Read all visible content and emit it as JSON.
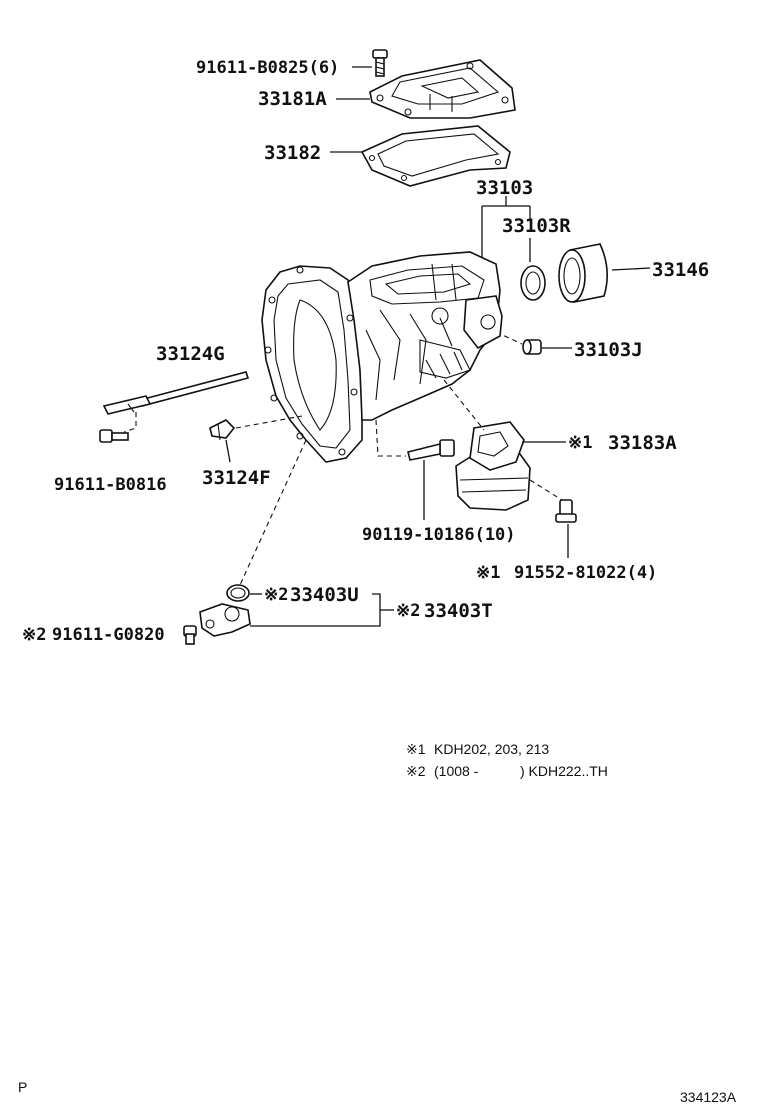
{
  "labels": {
    "bolt_top": "91611-B0825(6)",
    "cover": "33181A",
    "gasket": "33182",
    "case_group": "33103",
    "seal": "33103R",
    "boot": "33146",
    "plug": "33103J",
    "rod": "33124G",
    "bolt_rod": "91611-B0816",
    "clip": "33124F",
    "bolt_long": "90119-10186(10)",
    "mount": "33183A",
    "mount_bolt": "91552-81022(4)",
    "oring": "33403U",
    "sensor_group": "33403T",
    "sensor_bolt": "91611-G0820"
  },
  "marks": {
    "m1": "※1",
    "m2": "※2"
  },
  "notes": {
    "n1_mark": "※1",
    "n1_text": "KDH202, 203, 213",
    "n2_mark": "※2",
    "n2_open": "(1008 -",
    "n2_close": ") KDH222..TH"
  },
  "footer": {
    "left": "P",
    "right": "334123A"
  }
}
